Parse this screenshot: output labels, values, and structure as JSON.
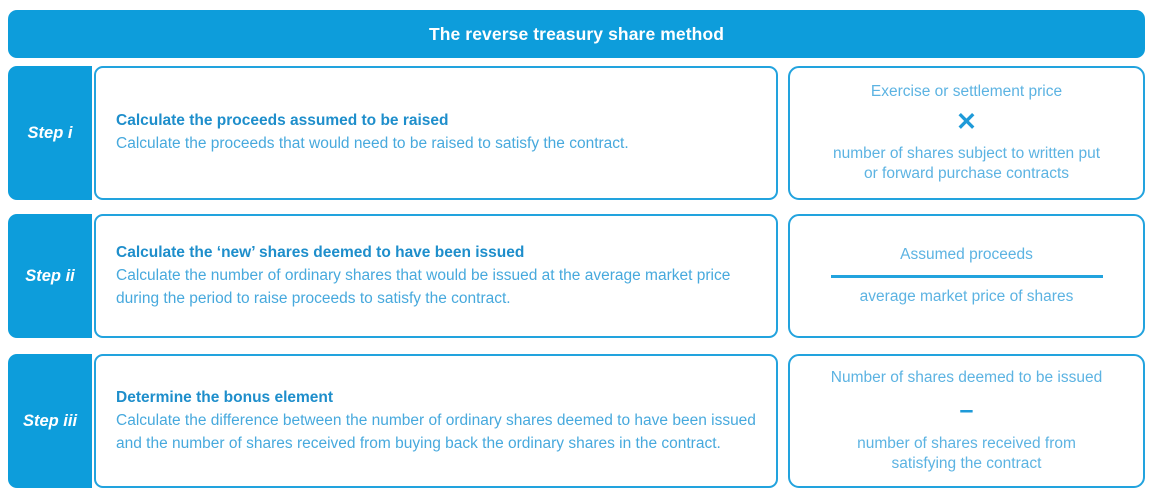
{
  "header": {
    "title": "The reverse treasury share method",
    "background_color": "#0d9ddb",
    "text_color": "#ffffff"
  },
  "colors": {
    "accent": "#0d9ddb",
    "border": "#22a3de",
    "heading_text": "#1e8ecb",
    "body_text": "#47a9dd",
    "formula_text": "#5cb3e2",
    "operator": "#1e9ad8",
    "card_background": "#ffffff"
  },
  "steps": [
    {
      "tab_label": "Step i",
      "heading": "Calculate the proceeds assumed to be raised",
      "body": "Calculate the proceeds that would need to be raised to satisfy the contract.",
      "formula": {
        "type": "product",
        "numerator": "Exercise or settlement price",
        "operator": "✕",
        "operator_name": "multiply-operator",
        "denominator_line_1": "number of shares subject to written put",
        "denominator_line_2": "or forward purchase contracts"
      }
    },
    {
      "tab_label": "Step ii",
      "heading": "Calculate the ‘new’ shares deemed to have been issued",
      "body": "Calculate the number of ordinary shares that would be issued at the average market price during the period to raise proceeds to satisfy the contract.",
      "formula": {
        "type": "fraction",
        "numerator": "Assumed proceeds",
        "operator": "divide-bar",
        "operator_name": "fraction-bar",
        "denominator_line_1": "average market price of shares",
        "denominator_line_2": ""
      }
    },
    {
      "tab_label": "Step iii",
      "heading": "Determine the bonus element",
      "body": "Calculate the difference between the number of ordinary shares deemed to have been issued and the number of shares received from buying back the ordinary shares in the contract.",
      "formula": {
        "type": "difference",
        "numerator": "Number of shares deemed to be issued",
        "operator": "–",
        "operator_name": "minus-operator",
        "denominator_line_1": "number of shares received from",
        "denominator_line_2": "satisfying the contract"
      }
    }
  ]
}
